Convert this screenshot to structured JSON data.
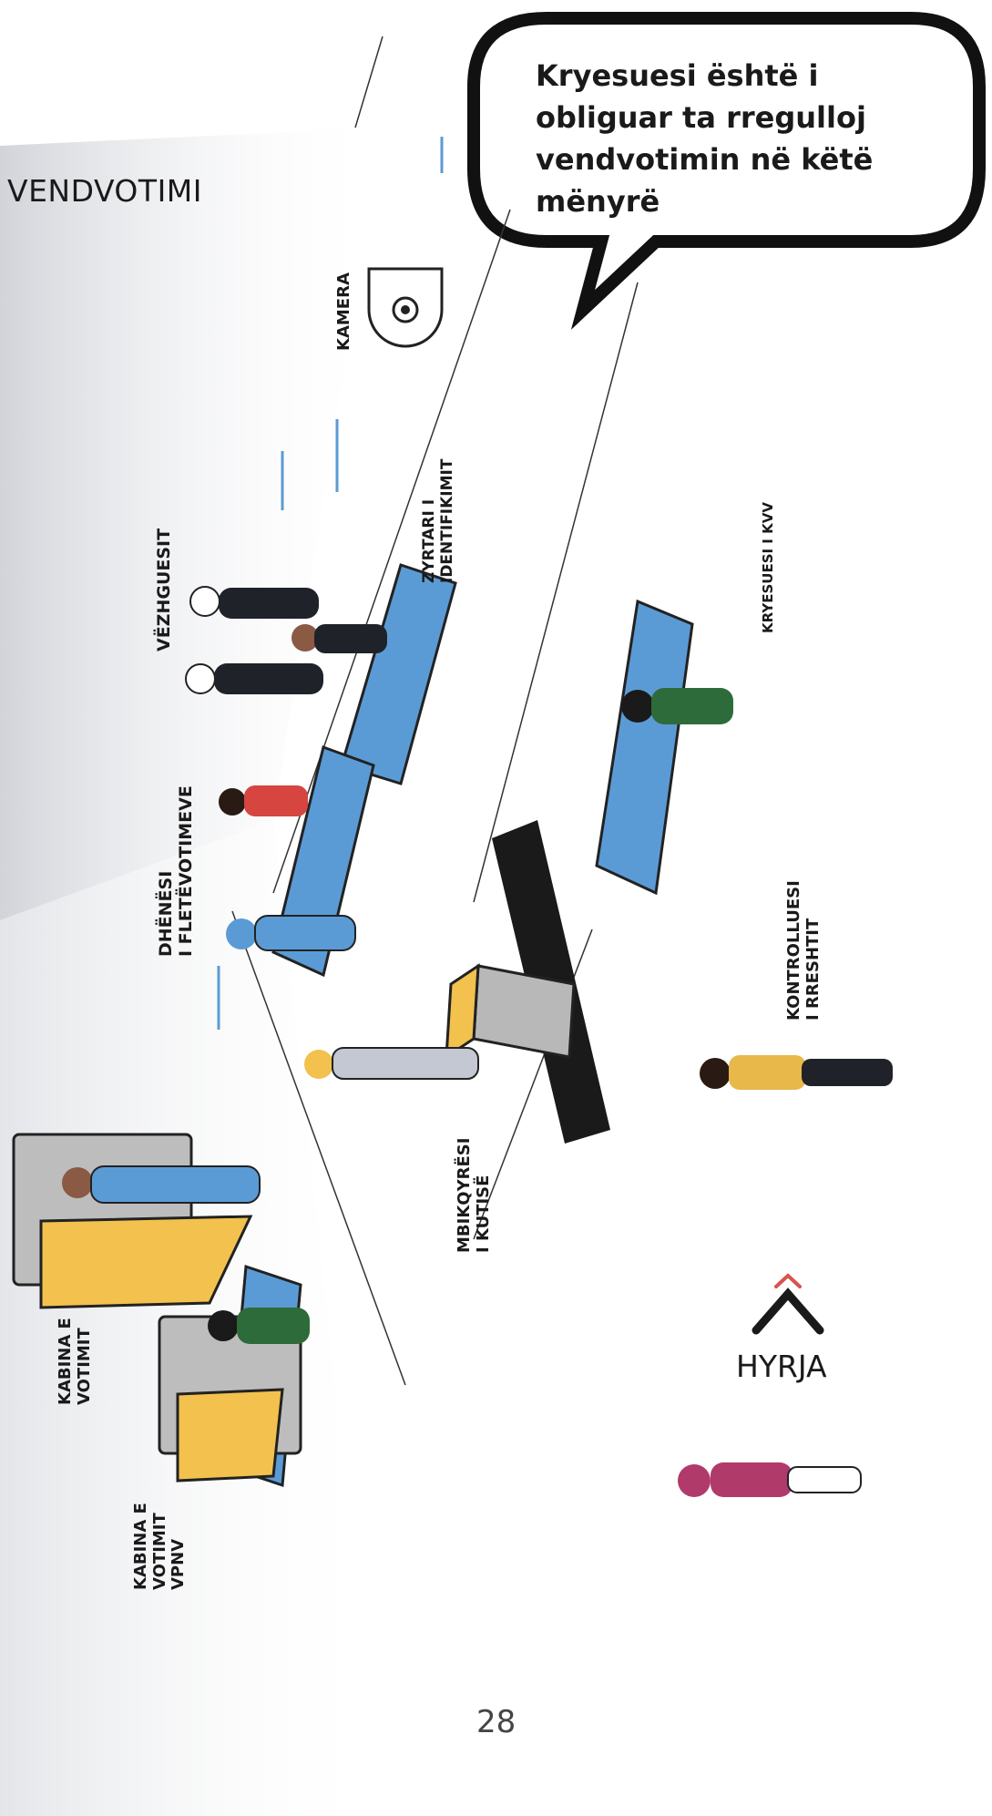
{
  "title": "VENDVOTIMI",
  "bubble": {
    "text": "Kryesuesi është i obliguar ta rregulloj vendvotimin në këtë mënyrë"
  },
  "labels": {
    "camera": "KAMERA",
    "id_officer_1": "ZYRTARI I",
    "id_officer_2": "IDENTIFIKIMIT",
    "chair": "KRYESUESI I KVV",
    "observers": "VËZHGUESIT",
    "ballot_issuer_1": "DHËNËSI",
    "ballot_issuer_2": "I FLETËVOTIMEVE",
    "queue_controller_1": "KONTROLLUESI",
    "queue_controller_2": "I RRESHTIT",
    "box_supervisor_1": "MBIKQYRËSI",
    "box_supervisor_2": "I KUTISË",
    "booth_1": "KABINA E",
    "booth_2": "VOTIMIT",
    "booth_vpnv_1": "KABINA E",
    "booth_vpnv_2": "VOTIMIT",
    "booth_vpnv_3": "VPNV",
    "entrance": "HYRJA"
  },
  "page_number": "28",
  "colors": {
    "table_blue": "#5b9bd5",
    "booth_yellow": "#f2c14e",
    "booth_gray": "#c8c8c8",
    "ink": "#1a1a1a",
    "accent_red": "#d9534f",
    "person_green": "#2e6b3a",
    "person_magenta": "#b03a6a",
    "person_yellow": "#e8b84a"
  },
  "icons": [
    "camera-icon",
    "chevron-up-icon",
    "speech-bubble"
  ]
}
